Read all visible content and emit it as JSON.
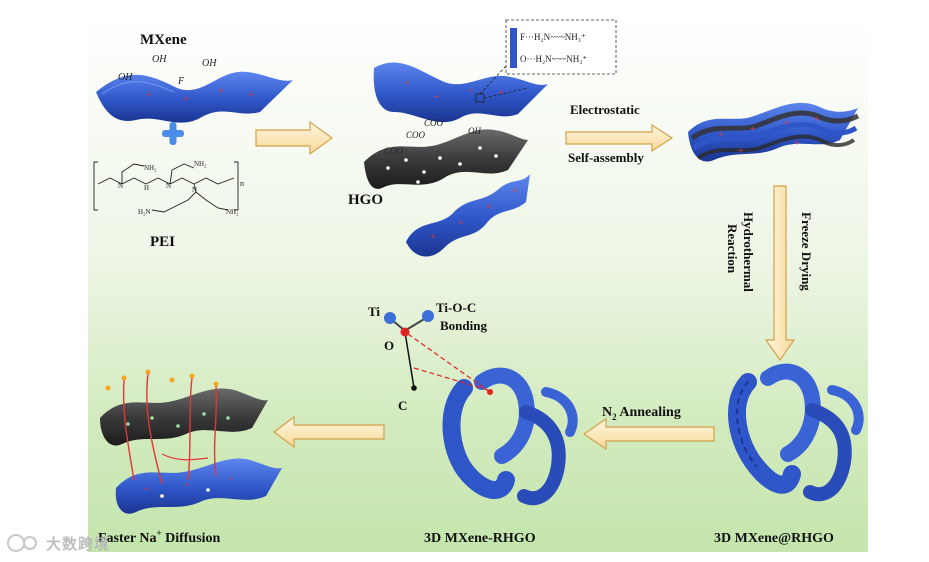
{
  "labels": {
    "mxene": "MXene",
    "pei": "PEI",
    "hgo": "HGO",
    "electrostatic": "Electrostatic",
    "self_assembly": "Self-assembly",
    "freeze_drying": "Freeze Drying",
    "hydrothermal_1": "Hydrothermal",
    "hydrothermal_2": "Reaction",
    "n2": "N",
    "n2_sub": "2",
    "annealing": " Annealing",
    "mxene_at_rhgo": "3D MXene@RHGO",
    "mxene_rhgo": "3D MXene-RHGO",
    "faster": "Faster Na",
    "faster_sup": "+",
    "diffusion": " Diffusion",
    "ti": "Ti",
    "o": "O",
    "c": "C",
    "bonding_1": "Ti-O-C",
    "bonding_2": "Bonding"
  },
  "chem": {
    "oh": "OH",
    "f": "F",
    "coo": "COO",
    "n": "N",
    "h": "H",
    "nh2": "NH₂",
    "h2n": "H₂N",
    "n_sub": "n",
    "inset_line1": "F···H₂N~~~NH₃⁺",
    "inset_line2": "O···H₂N~~~NH₃⁺"
  },
  "watermark": "大数跨境",
  "colors": {
    "mxene_blue": "#2f56c8",
    "hgo_dark": "#3a3a3a",
    "arrow_fill": "#fbe7b8",
    "arrow_stroke": "#d4a24a",
    "ion_red": "#e23636",
    "bond_red": "#e02424"
  }
}
